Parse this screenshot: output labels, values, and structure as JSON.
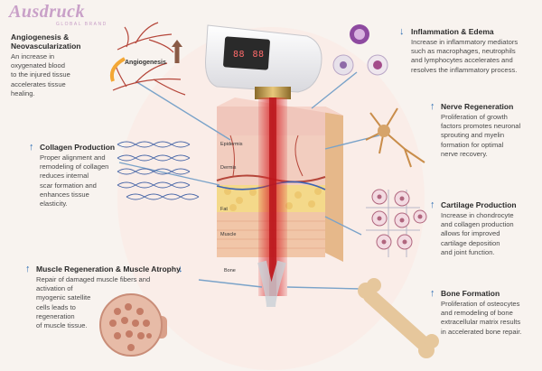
{
  "brand": {
    "name": "Ausdruck",
    "tagline": "GLOBAL BRAND"
  },
  "device": {
    "screen_left": "88",
    "screen_right": "88"
  },
  "cards": {
    "angiogenesis": {
      "title_line1": "Angiogenesis &",
      "title_line2": "Neovascularization",
      "desc": [
        "An increase in",
        "oxygenated blood",
        "to the injured tissue",
        "accelerates tissue",
        "healing."
      ],
      "diagram_label": "Angiogenesis"
    },
    "collagen": {
      "title": "Collagen Production",
      "desc": [
        "Proper alignment and",
        "remodeling of collagen",
        "reduces internal",
        "scar formation and",
        "enhances tissue",
        "elasticity."
      ]
    },
    "muscle": {
      "title": "Muscle Regeneration & Muscle Atrophy",
      "desc": [
        "Repair of damaged muscle fibers and",
        "activation of",
        "myogenic satellite",
        "cells leads to",
        "regeneration",
        "of muscle tissue."
      ]
    },
    "inflammation": {
      "title": "Inflammation & Edema",
      "desc": [
        "Increase in inflammatory mediators",
        "such as macrophages, neutrophils",
        "and lymphocytes accelerates and",
        "resolves the inflammatory process."
      ]
    },
    "nerve": {
      "title": "Nerve Regeneration",
      "desc": [
        "Proliferation of growth",
        "factors promotes neuronal",
        "sprouting and myelin",
        "formation for optimal",
        "nerve recovery."
      ]
    },
    "cartilage": {
      "title": "Cartilage Production",
      "desc": [
        "Increase in chondrocyte",
        "and collagen production",
        "allows for improved",
        "cartilage deposition",
        "and joint function."
      ]
    },
    "bone": {
      "title": "Bone Formation",
      "desc": [
        "Proliferation of osteocytes",
        "and remodeling of bone",
        "extracellular matrix results",
        "in accelerated bone repair."
      ]
    }
  },
  "tissue_layers": {
    "epidermis": "Epidermis",
    "dermis": "Dermis",
    "fat": "Fat",
    "muscle": "Muscle",
    "bone": "Bone"
  },
  "colors": {
    "arrow_blue": "#2f6fb4",
    "laser_red": "#d8262a",
    "vessel_red": "#b5463a",
    "skin_pink": "#f0c6bb",
    "fat_yellow": "#f4d98a"
  }
}
